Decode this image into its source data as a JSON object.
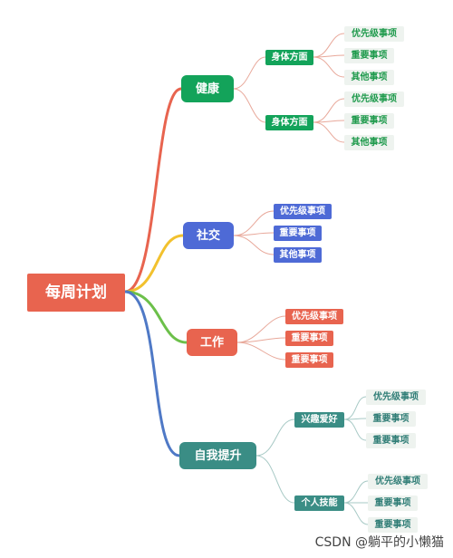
{
  "root": {
    "label": "每周计划"
  },
  "colors": {
    "root": "#e8644f",
    "health": "#13a35a",
    "health_text": "#1e9a4c",
    "social": "#4e6ad6",
    "work": "#e8644f",
    "growth": "#3a8d85",
    "growth_text": "#2f7d76"
  },
  "branches": {
    "health": {
      "label": "健康",
      "groups": [
        {
          "label": "身体方面",
          "items": [
            "优先级事项",
            "重要事项",
            "其他事项"
          ]
        },
        {
          "label": "身体方面",
          "items": [
            "优先级事项",
            "重要事项",
            "其他事项"
          ]
        }
      ]
    },
    "social": {
      "label": "社交",
      "items": [
        "优先级事项",
        "重要事项",
        "其他事项"
      ]
    },
    "work": {
      "label": "工作",
      "items": [
        "优先级事项",
        "重要事项",
        "重要事项"
      ]
    },
    "growth": {
      "label": "自我提升",
      "groups": [
        {
          "label": "兴趣爱好",
          "items": [
            "优先级事项",
            "重要事项",
            "重要事项"
          ]
        },
        {
          "label": "个人技能",
          "items": [
            "优先级事项",
            "重要事项",
            "重要事项"
          ]
        }
      ]
    }
  },
  "watermark": "CSDN @躺平的小懒猫"
}
